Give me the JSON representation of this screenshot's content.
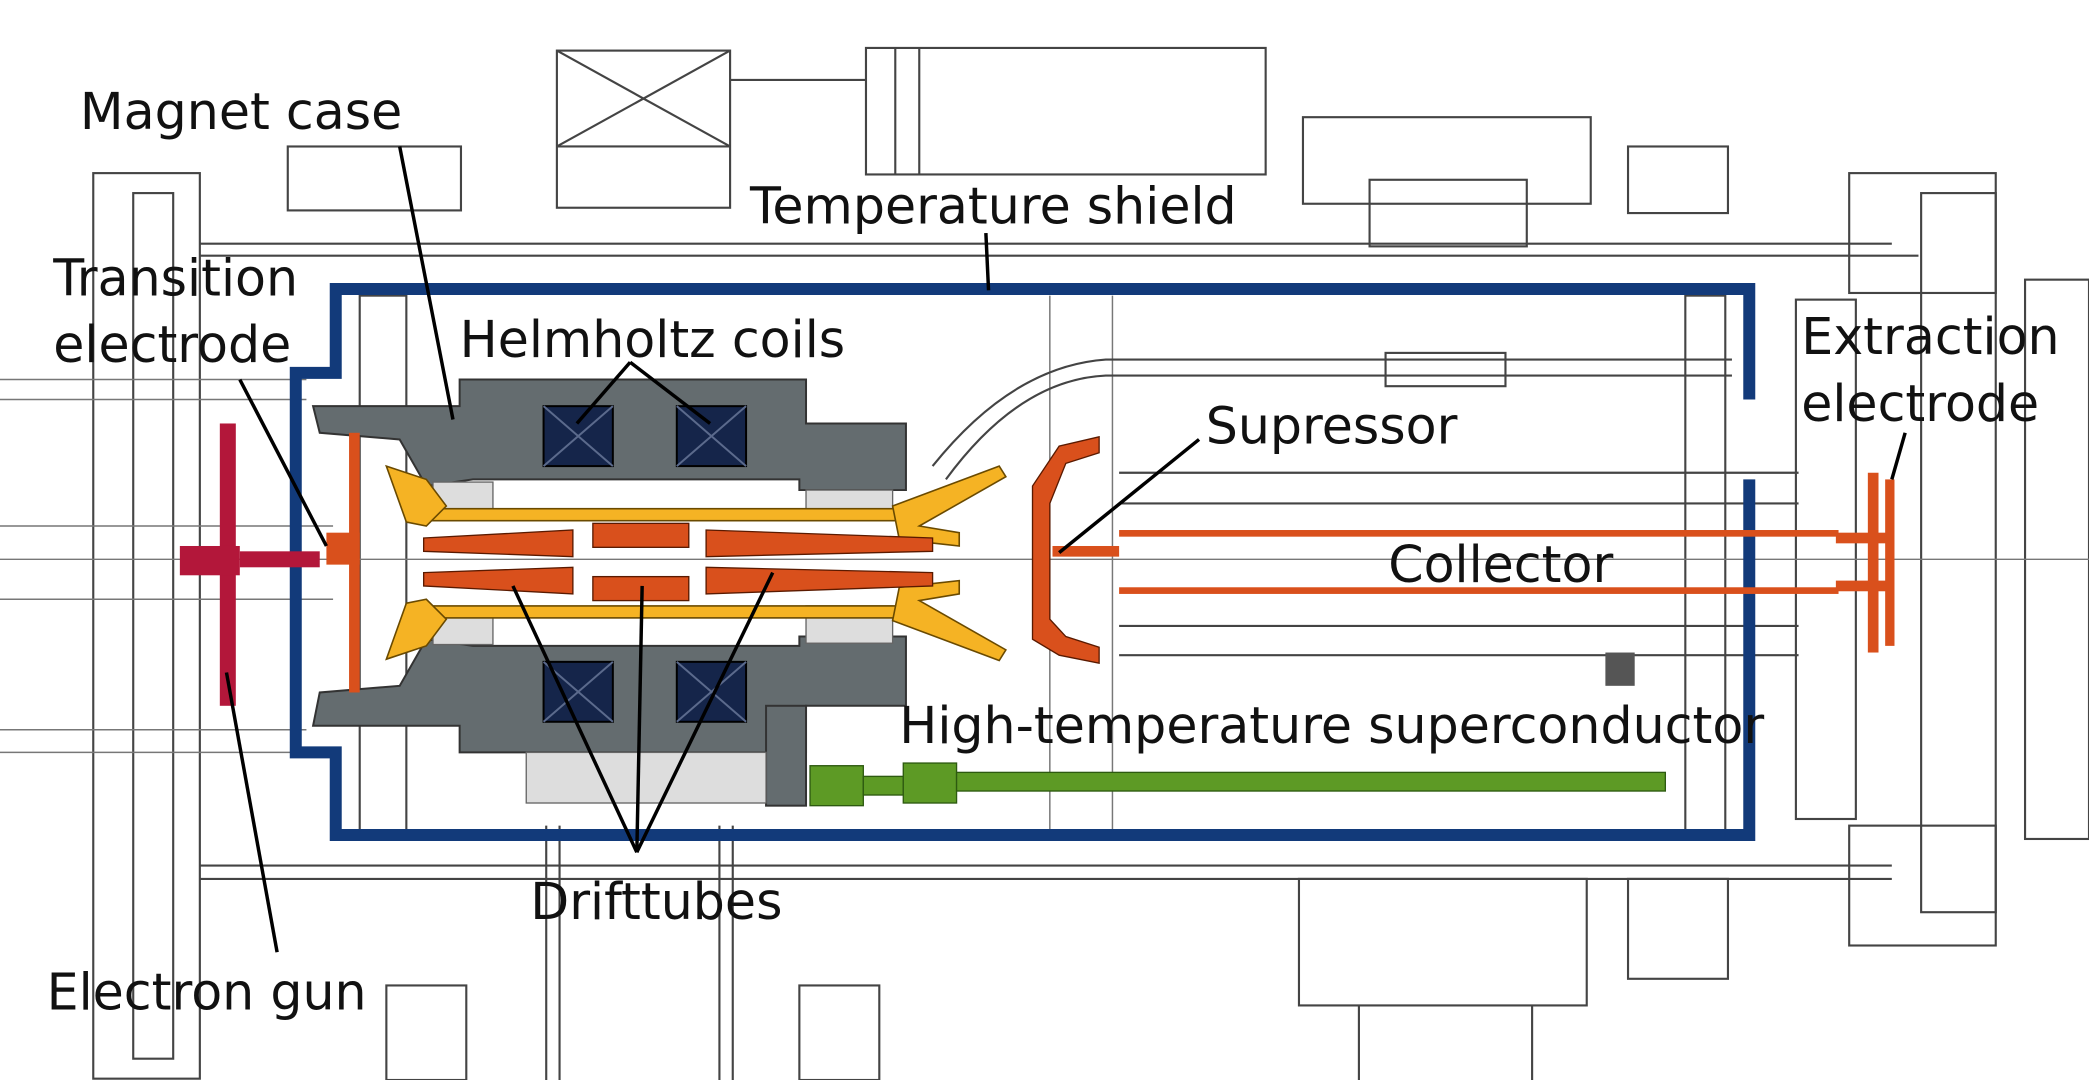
{
  "diagram": {
    "labels": {
      "magnet_case": "Magnet case",
      "temperature_shield": "Temperature shield",
      "transition_electrode_1": "Transition",
      "transition_electrode_2": "electrode",
      "helmholtz_coils": "Helmholtz coils",
      "supressor": "Supressor",
      "extraction_electrode_1": "Extraction",
      "extraction_electrode_2": "electrode",
      "collector": "Collector",
      "hts": "High-temperature superconductor",
      "drifttubes": "Drifttubes",
      "electron_gun": "Electron gun"
    },
    "colors": {
      "shield": "#123a7a",
      "magnet_case": "#646c6f",
      "coils": "#15254a",
      "electrodes": "#d9501c",
      "insulator": "#f5b324",
      "hts": "#5d9a25",
      "gun": "#b3173a"
    }
  }
}
